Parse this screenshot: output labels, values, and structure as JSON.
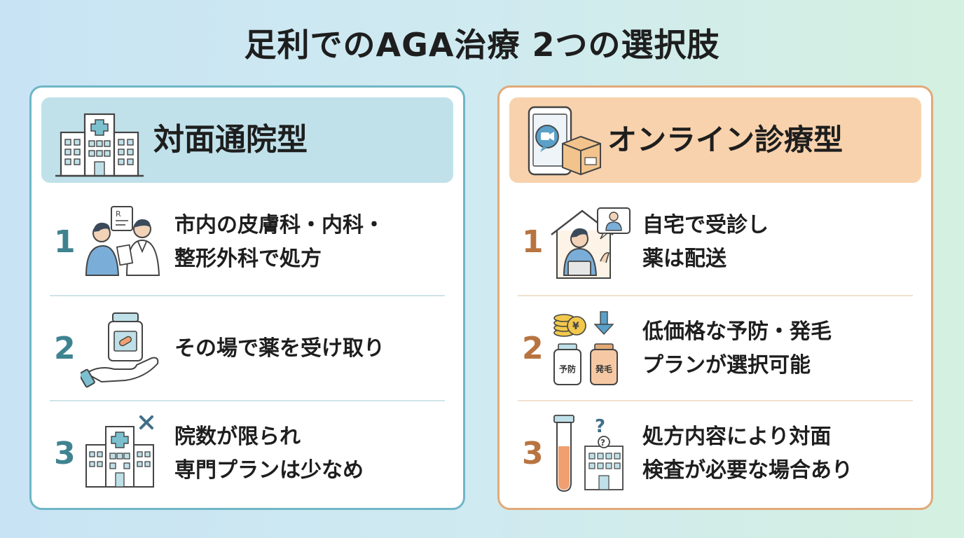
{
  "title": "足利でのAGA治療 2つの選択肢",
  "left": {
    "heading": "対面通院型",
    "header_icon": "hospital-icon",
    "items": [
      {
        "number": "1",
        "icon": "doctor-patient-icon",
        "line1": "市内の皮膚科・内科・",
        "line2": "整形外科で処方",
        "rx": "R"
      },
      {
        "number": "2",
        "icon": "medicine-hand-icon",
        "line1": "その場で薬を受け取り",
        "line2": ""
      },
      {
        "number": "3",
        "icon": "hospital-x-icon",
        "line1": "院数が限られ",
        "line2": "専門プランは少なめ"
      }
    ]
  },
  "right": {
    "heading": "オンライン診療型",
    "header_icon": "smartphone-package-icon",
    "items": [
      {
        "number": "1",
        "icon": "home-video-call-icon",
        "line1": "自宅で受診し",
        "line2": "薬は配送"
      },
      {
        "number": "2",
        "icon": "coins-bottles-icon",
        "line1": "低価格な予防・発毛",
        "line2": "プランが選択可能",
        "bottle1": "予防",
        "bottle2": "発毛",
        "coin": "¥"
      },
      {
        "number": "3",
        "icon": "test-tube-hospital-icon",
        "line1": "処方内容により対面",
        "line2": "検査が必要な場合あり",
        "q": "?"
      }
    ]
  },
  "colors": {
    "left_accent": "#6eb6c6",
    "right_accent": "#e2a978",
    "left_header": "#c0e1ea",
    "right_header": "#f8d2ad"
  }
}
